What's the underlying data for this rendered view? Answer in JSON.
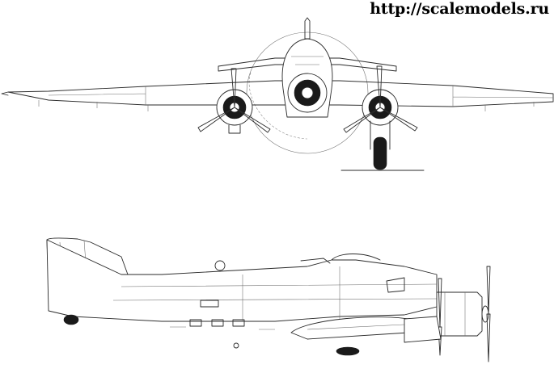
{
  "watermark": {
    "text": "http://scalemodels.ru"
  },
  "views": [
    {
      "kind": "front-view"
    },
    {
      "kind": "side-view"
    }
  ]
}
